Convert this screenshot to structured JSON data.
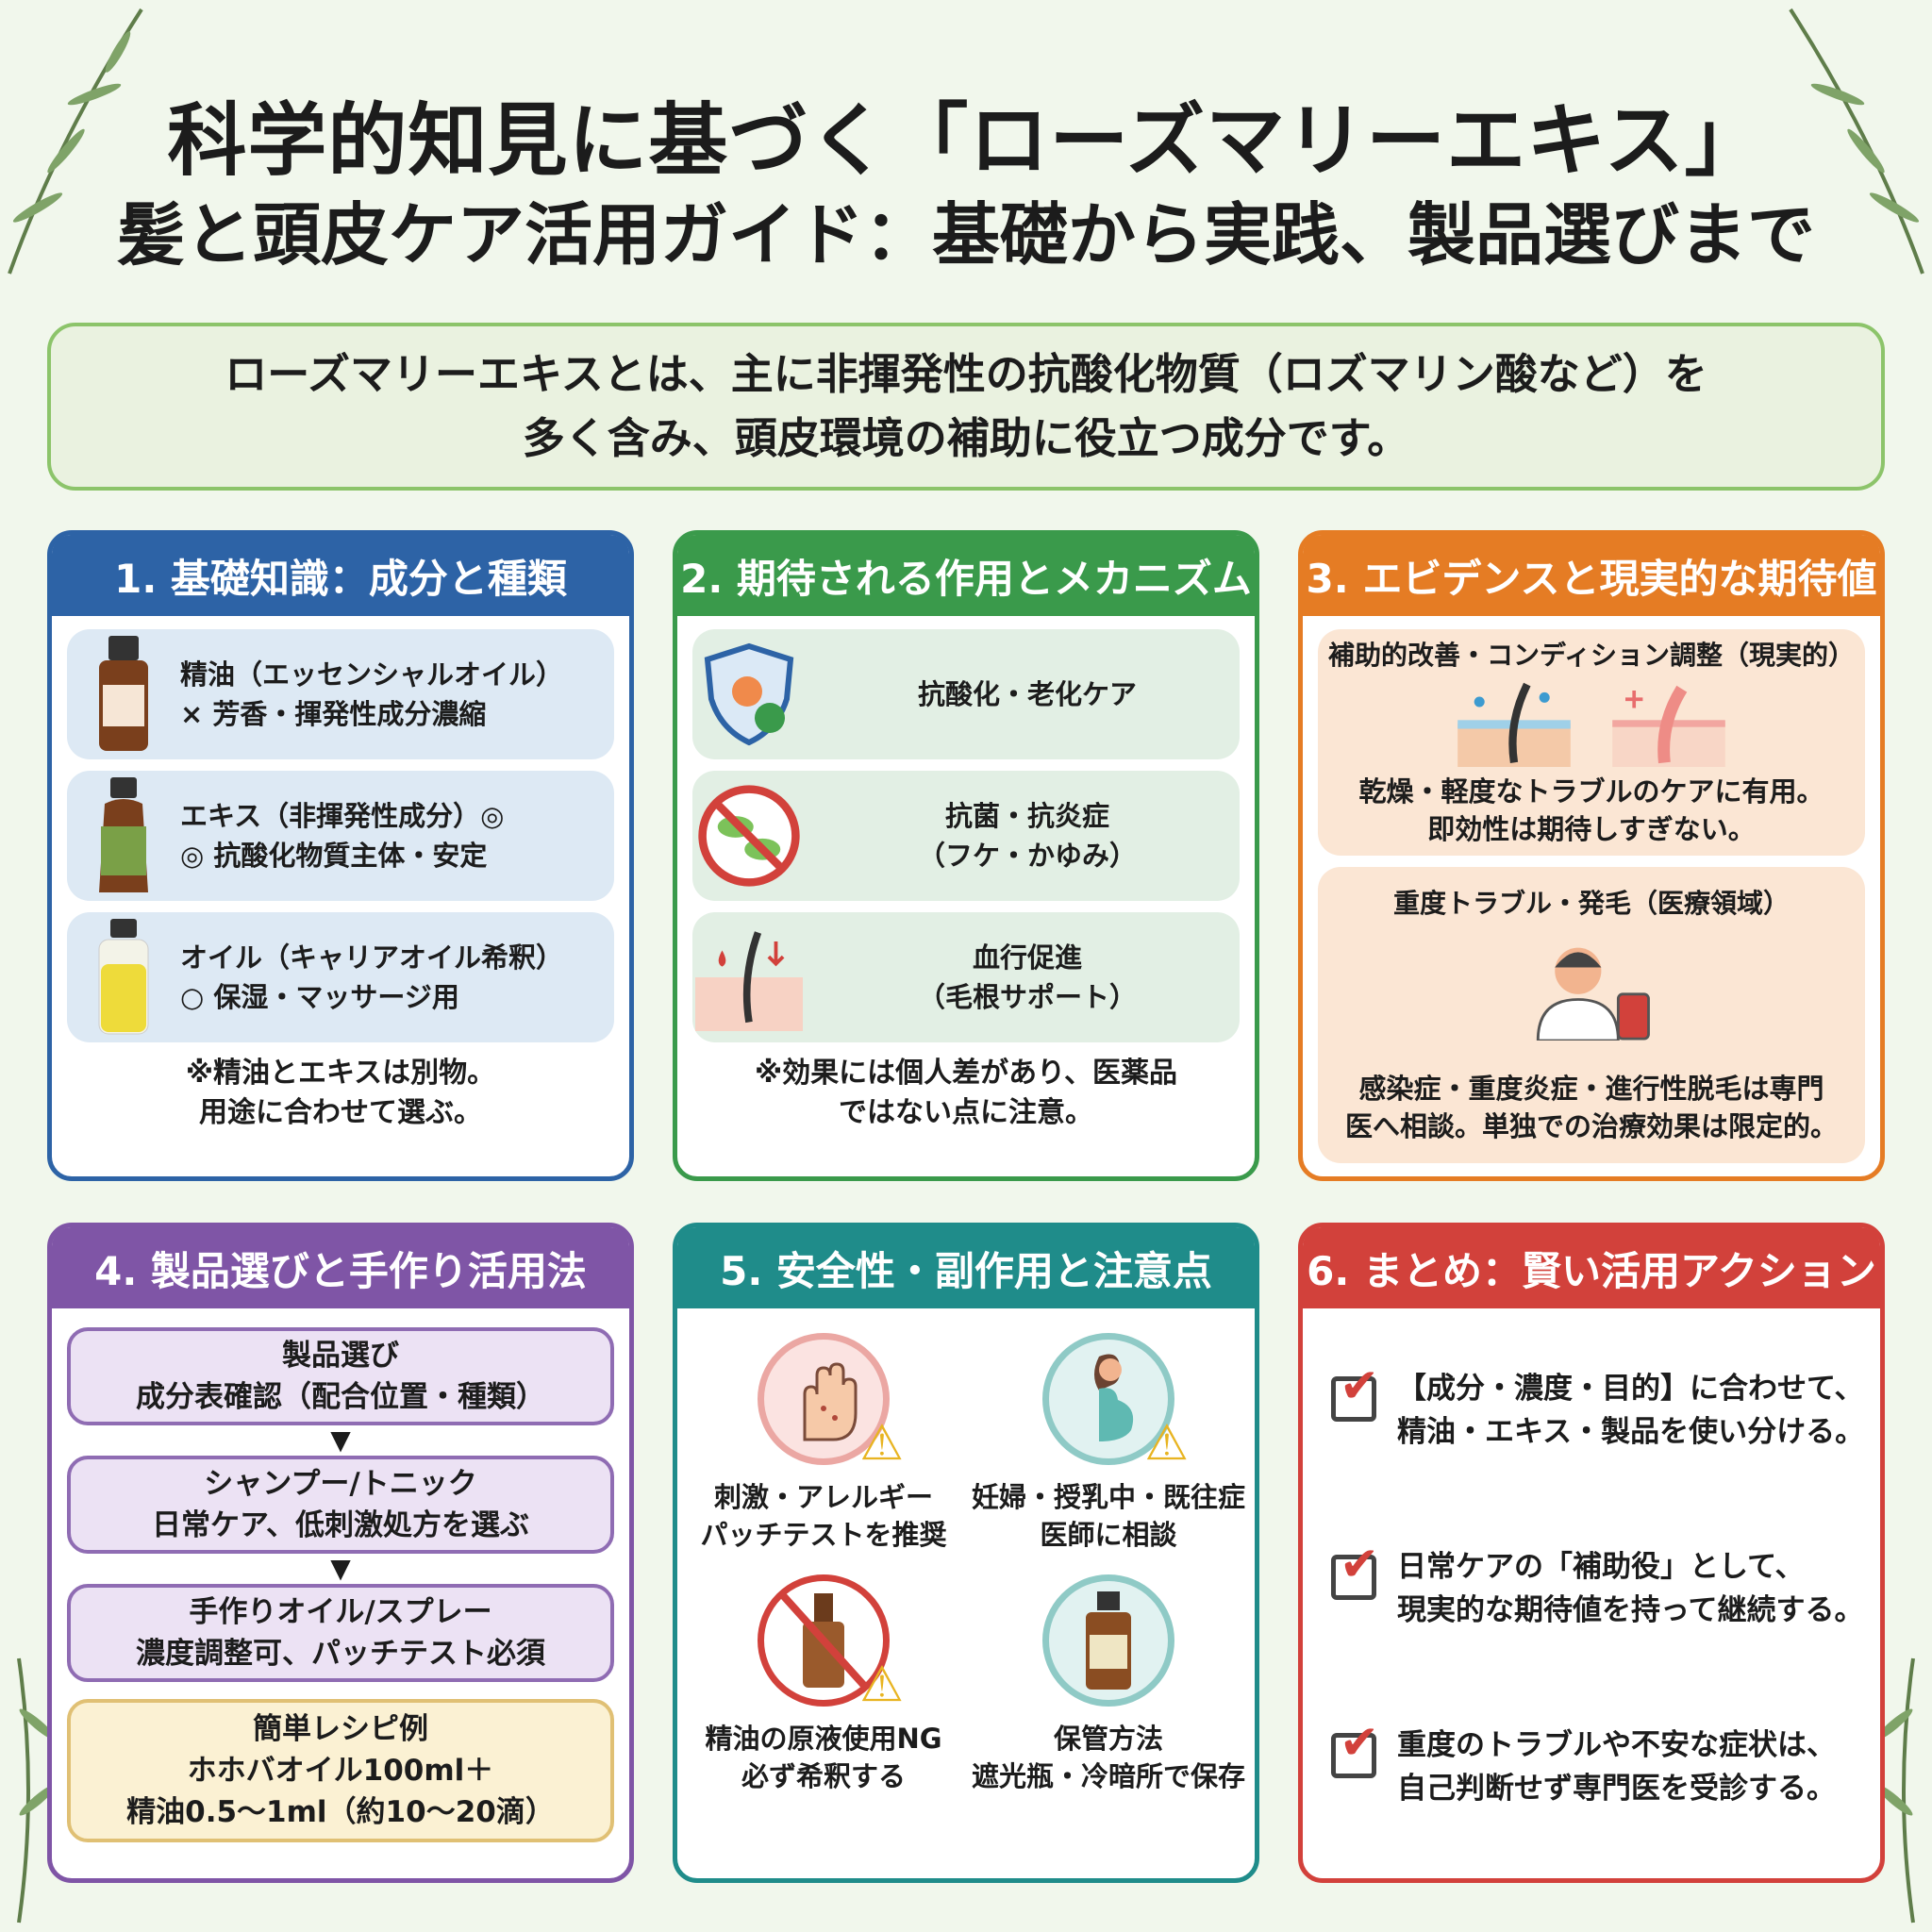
{
  "title": {
    "line1": "科学的知見に基づく「ローズマリーエキス」",
    "line2": "髪と頭皮ケア活用ガイド：基礎から実践、製品選びまで"
  },
  "summary": {
    "line1": "ローズマリーエキスとは、主に非揮発性の抗酸化物質（ロズマリン酸など）を",
    "line2": "多く含み、頭皮環境の補助に役立つ成分です。"
  },
  "sections": [
    {
      "title": "1. 基礎知識：成分と種類",
      "items": [
        {
          "icon": "essential-oil-bottle-icon",
          "line1": "精油（エッセンシャルオイル）",
          "line2": "× 芳香・揮発性成分濃縮"
        },
        {
          "icon": "extract-bottle-icon",
          "line1": "エキス（非揮発性成分）◎",
          "line2": "◎ 抗酸化物質主体・安定"
        },
        {
          "icon": "carrier-oil-bottle-icon",
          "line1": "オイル（キャリアオイル希釈）",
          "line2": "○ 保湿・マッサージ用"
        }
      ],
      "note1": "※精油とエキスは別物。",
      "note2": "用途に合わせて選ぶ。"
    },
    {
      "title": "2. 期待される作用とメカニズム",
      "items": [
        {
          "icon": "shield-icon",
          "line1": "抗酸化・老化ケア",
          "line2": ""
        },
        {
          "icon": "no-bacteria-icon",
          "line1": "抗菌・抗炎症",
          "line2": "（フケ・かゆみ）"
        },
        {
          "icon": "hair-follicle-icon",
          "line1": "血行促進",
          "line2": "（毛根サポート）"
        }
      ],
      "note1": "※効果には個人差があり、医薬品",
      "note2": "ではない点に注意。"
    },
    {
      "title": "3. エビデンスと現実的な期待値",
      "box1": {
        "heading": "補助的改善・コンディション調整（現実的）",
        "line1": "乾燥・軽度なトラブルのケアに有用。",
        "line2": "即効性は期待しすぎない。"
      },
      "box2": {
        "heading": "重度トラブル・発毛（医療領域）",
        "line1": "感染症・重度炎症・進行性脱毛は専門",
        "line2": "医へ相談。単独での治療効果は限定的。"
      }
    },
    {
      "title": "4. 製品選びと手作り活用法",
      "steps": [
        {
          "line1": "製品選び",
          "line2": "成分表確認（配合位置・種類）"
        },
        {
          "line1": "シャンプー/トニック",
          "line2": "日常ケア、低刺激処方を選ぶ"
        },
        {
          "line1": "手作りオイル/スプレー",
          "line2": "濃度調整可、パッチテスト必須"
        }
      ],
      "recipe": {
        "line1": "簡単レシピ例",
        "line2": "ホホバオイル100ml＋",
        "line3": "精油0.5〜1ml（約10〜20滴）"
      }
    },
    {
      "title": "5. 安全性・副作用と注意点",
      "items": [
        {
          "icon": "irritated-hand-icon",
          "line1": "刺激・アレルギー",
          "line2": "パッチテストを推奨"
        },
        {
          "icon": "pregnant-woman-icon",
          "line1": "妊婦・授乳中・既往症",
          "line2": "医師に相談"
        },
        {
          "icon": "no-dropper-bottle-icon",
          "line1": "精油の原液使用NG",
          "line2": "必ず希釈する"
        },
        {
          "icon": "storage-bottle-icon",
          "line1": "保管方法",
          "line2": "遮光瓶・冷暗所で保存"
        }
      ]
    },
    {
      "title": "6. まとめ：賢い活用アクション",
      "items": [
        {
          "line1": "【成分・濃度・目的】に合わせて、",
          "line2": "精油・エキス・製品を使い分ける。"
        },
        {
          "line1": "日常ケアの「補助役」として、",
          "line2": "現実的な期待値を持って継続する。"
        },
        {
          "line1": "重度のトラブルや不安な症状は、",
          "line2": "自己判断せず専門医を受診する。"
        }
      ]
    }
  ],
  "colors": {
    "blue": "#2d63a6",
    "green": "#3a9a4b",
    "orange": "#e57c24",
    "purple": "#7f55a6",
    "teal": "#1f8c8a",
    "red": "#d2413b"
  }
}
